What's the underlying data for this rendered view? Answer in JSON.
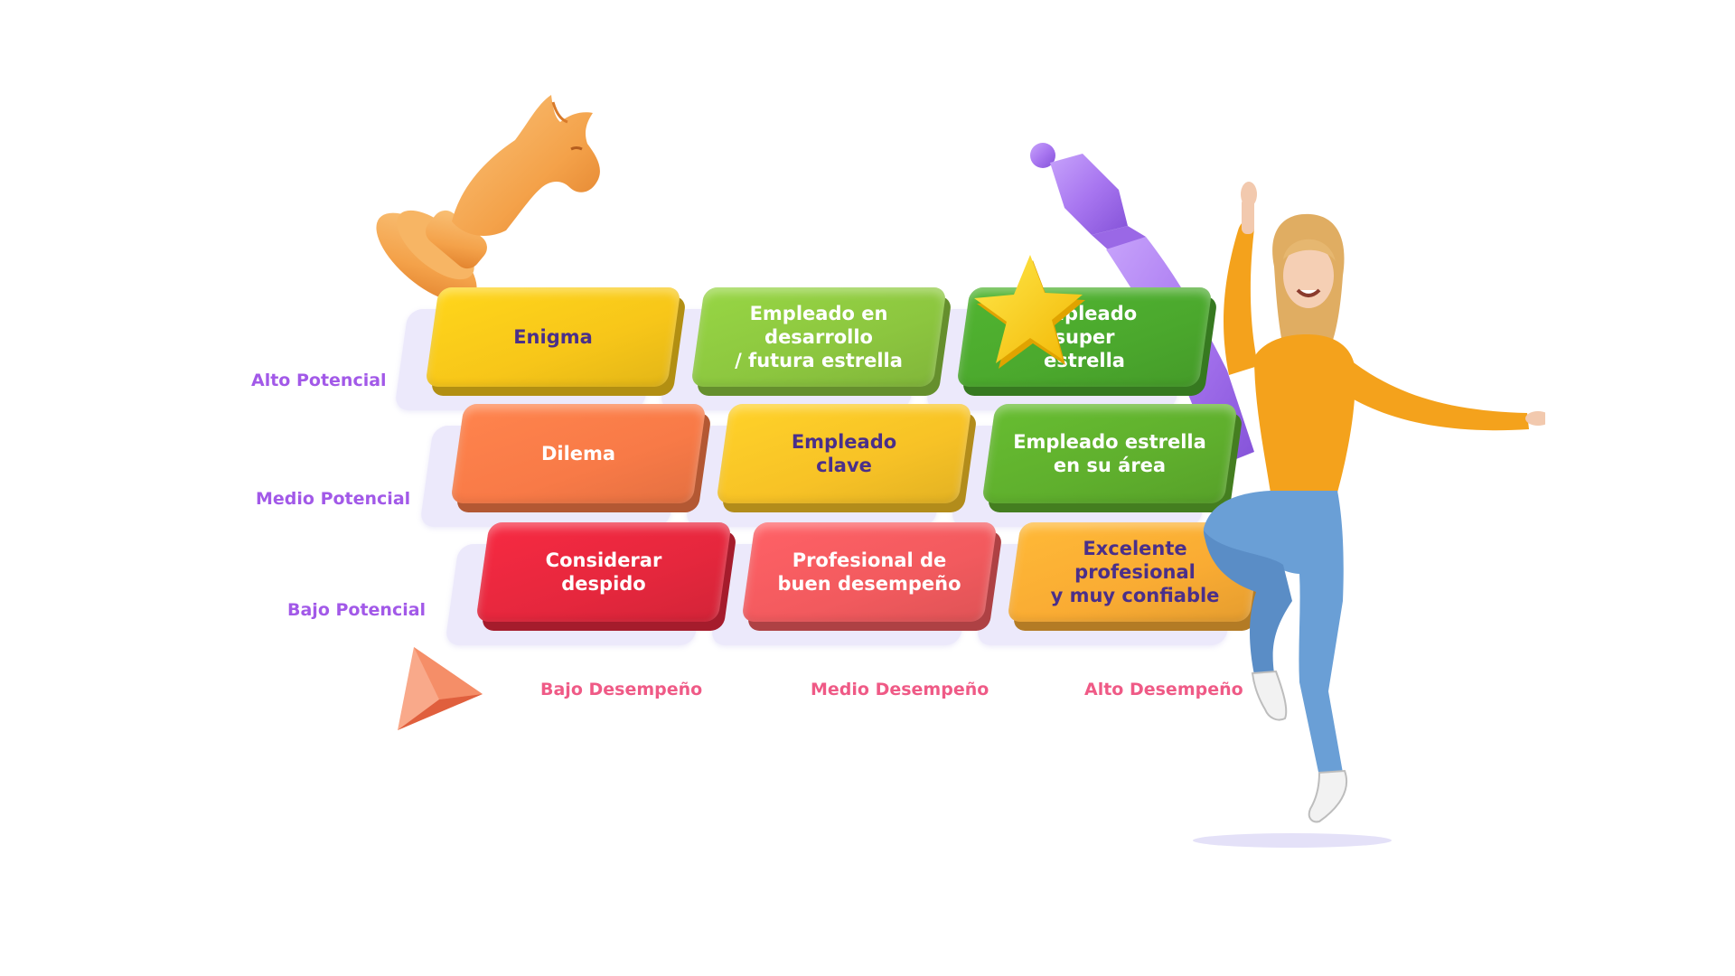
{
  "grid": {
    "rows": [
      {
        "potential_label": "Alto Potencial",
        "cells": [
          {
            "label": "Enigma",
            "color": "#f7c619",
            "text_color": "#4a2f8a"
          },
          {
            "label": "Empleado en\ndesarrollo\n/ futura estrella",
            "color": "#8cc63f",
            "text_color": "#ffffff"
          },
          {
            "label": "Empleado\nsuper\nestrella",
            "color": "#4ba82d",
            "text_color": "#ffffff"
          }
        ]
      },
      {
        "potential_label": "Medio Potencial",
        "cells": [
          {
            "label": "Dilema",
            "color": "#f87a47",
            "text_color": "#ffffff"
          },
          {
            "label": "Empleado\nclave",
            "color": "#f7c226",
            "text_color": "#4a2f8a"
          },
          {
            "label": "Empleado estrella\nen su área",
            "color": "#5faf2d",
            "text_color": "#ffffff"
          }
        ]
      },
      {
        "potential_label": "Bajo Potencial",
        "cells": [
          {
            "label": "Considerar\ndespido",
            "color": "#e5273d",
            "text_color": "#ffffff"
          },
          {
            "label": "Profesional de\nbuen desempeño",
            "color": "#f25a5e",
            "text_color": "#ffffff"
          },
          {
            "label": "Excelente profesional\ny muy confiable",
            "color": "#f9ab33",
            "text_color": "#4a2f8a"
          }
        ]
      }
    ],
    "performance_labels": [
      "Bajo Desempeño",
      "Medio Desempeño",
      "Alto Desempeño"
    ]
  },
  "colors": {
    "potential_label": "#a259e8",
    "performance_label": "#ef5a86",
    "ghost_tile": "#ece9fb",
    "knight": "#f4a24a",
    "queen": "#a876f0",
    "star": "#f9d20e",
    "pyramid": "#f07a55",
    "sweater": "#f4a21c",
    "jeans": "#6a9fd6",
    "hair": "#e6b770"
  },
  "icons": [
    "chess-knight-icon",
    "chess-queen-icon",
    "star-icon",
    "pyramid-icon"
  ]
}
